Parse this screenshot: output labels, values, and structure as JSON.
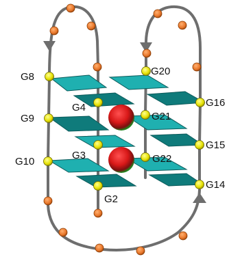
{
  "labels": {
    "g8": "G8",
    "g9": "G9",
    "g10": "G10",
    "g4": "G4",
    "g3": "G3",
    "g2": "G2",
    "g20": "G20",
    "g21": "G21",
    "g22": "G22",
    "g16": "G16",
    "g15": "G15",
    "g14": "G14"
  },
  "colors": {
    "backbone": "#707070",
    "quartet_plane": "#20b2b2",
    "quartet_plane_dark": "#0e6a6a",
    "guanine_node": "#e4e000",
    "loop_node": "#e8762a",
    "ion": "#d81818",
    "ion_highlight": "#1f8a1f"
  },
  "quartet_count": 3,
  "ion_count": 2
}
